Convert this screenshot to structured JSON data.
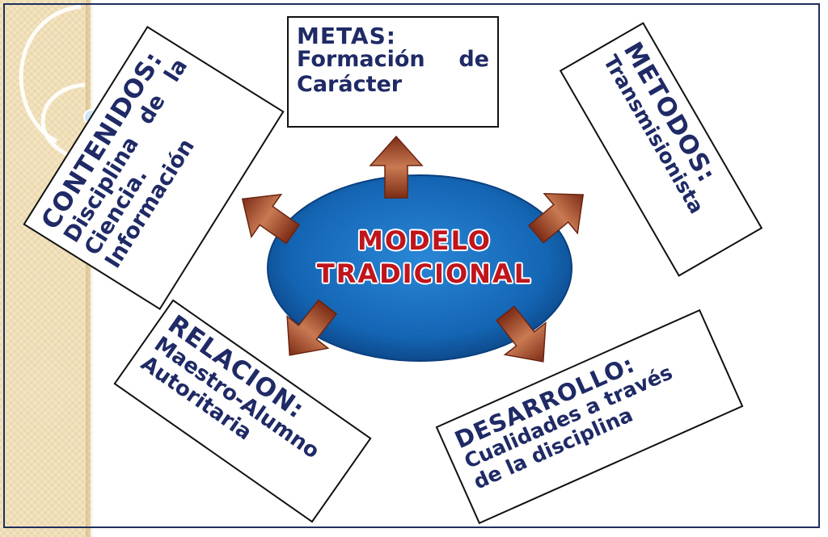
{
  "diagram": {
    "center": {
      "line1": "MODELO",
      "line2": "TRADICIONAL"
    },
    "nodes": {
      "metas": {
        "title": "METAS:",
        "line1": "Formación de",
        "line2": "Carácter"
      },
      "contenidos": {
        "title": "CONTENIDOS:",
        "line1": "Disciplina de la",
        "line2": "Ciencia.",
        "line3": "Información"
      },
      "metodos": {
        "title": "METODOS:",
        "line1": "Transmisionista"
      },
      "relacion": {
        "title": "RELACION:",
        "line1": "Maestro-Alumno",
        "line2": "Autoritaria"
      },
      "desarrollo": {
        "title": "DESARROLLO:",
        "line1": "Cualidades a través",
        "line2": "de la disciplina"
      }
    },
    "edges": [
      {
        "from": "center",
        "to": "metas"
      },
      {
        "from": "center",
        "to": "contenidos"
      },
      {
        "from": "center",
        "to": "metodos"
      },
      {
        "from": "center",
        "to": "relacion"
      },
      {
        "from": "center",
        "to": "desarrollo"
      }
    ]
  },
  "colors": {
    "ellipse": "#1466b4",
    "ellipse_dark": "#0b3f7e",
    "arrow": "#9c3f22",
    "arrow_light": "#d98c63",
    "node_text": "#1f2a66",
    "center_text": "#c0151c",
    "border": "#1f2f5e"
  }
}
